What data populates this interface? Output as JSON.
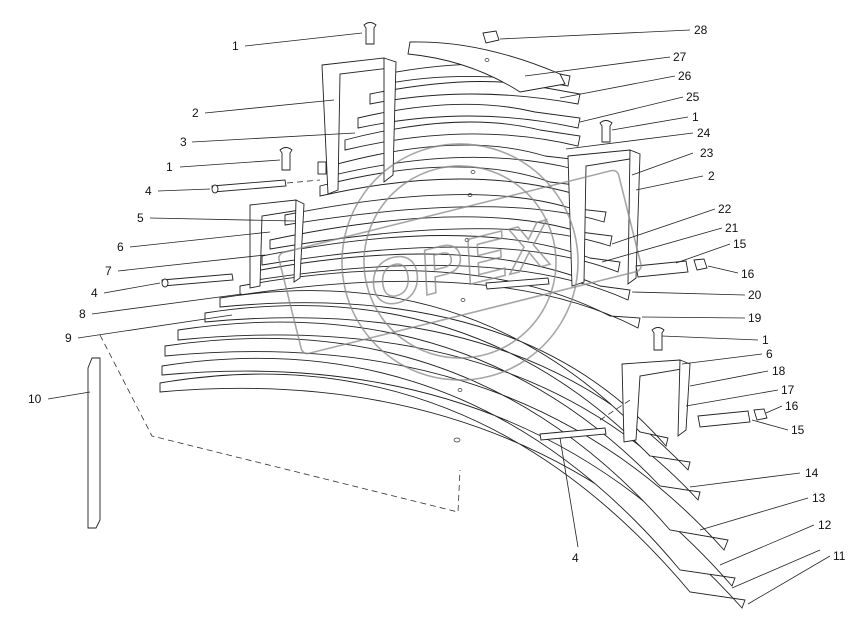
{
  "watermark": {
    "text": "OPEX"
  },
  "callouts": [
    {
      "id": "c-1a",
      "label": "1"
    },
    {
      "id": "c-2a",
      "label": "2"
    },
    {
      "id": "c-3",
      "label": "3"
    },
    {
      "id": "c-1b",
      "label": "1"
    },
    {
      "id": "c-4a",
      "label": "4"
    },
    {
      "id": "c-5",
      "label": "5"
    },
    {
      "id": "c-6a",
      "label": "6"
    },
    {
      "id": "c-7",
      "label": "7"
    },
    {
      "id": "c-4b",
      "label": "4"
    },
    {
      "id": "c-8",
      "label": "8"
    },
    {
      "id": "c-9",
      "label": "9"
    },
    {
      "id": "c-10",
      "label": "10"
    },
    {
      "id": "c-28",
      "label": "28"
    },
    {
      "id": "c-27",
      "label": "27"
    },
    {
      "id": "c-26",
      "label": "26"
    },
    {
      "id": "c-25",
      "label": "25"
    },
    {
      "id": "c-1c",
      "label": "1"
    },
    {
      "id": "c-24",
      "label": "24"
    },
    {
      "id": "c-23",
      "label": "23"
    },
    {
      "id": "c-2b",
      "label": "2"
    },
    {
      "id": "c-22",
      "label": "22"
    },
    {
      "id": "c-21",
      "label": "21"
    },
    {
      "id": "c-15a",
      "label": "15"
    },
    {
      "id": "c-16a",
      "label": "16"
    },
    {
      "id": "c-20",
      "label": "20"
    },
    {
      "id": "c-19",
      "label": "19"
    },
    {
      "id": "c-1d",
      "label": "1"
    },
    {
      "id": "c-6b",
      "label": "6"
    },
    {
      "id": "c-18",
      "label": "18"
    },
    {
      "id": "c-17",
      "label": "17"
    },
    {
      "id": "c-16b",
      "label": "16"
    },
    {
      "id": "c-15b",
      "label": "15"
    },
    {
      "id": "c-14",
      "label": "14"
    },
    {
      "id": "c-13",
      "label": "13"
    },
    {
      "id": "c-12",
      "label": "12"
    },
    {
      "id": "c-11",
      "label": "11"
    },
    {
      "id": "c-4c",
      "label": "4"
    }
  ]
}
